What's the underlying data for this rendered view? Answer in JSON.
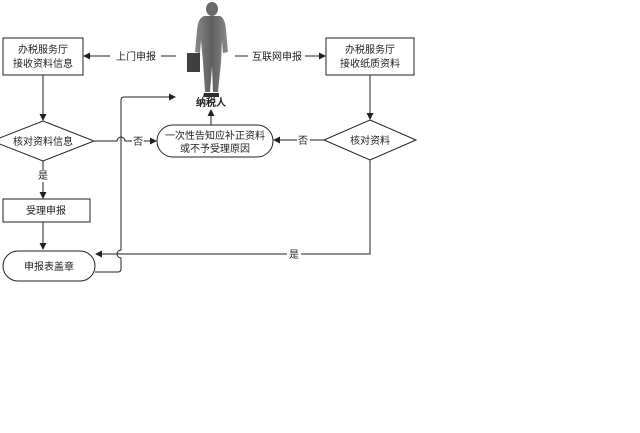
{
  "nodes": {
    "hall_receive_info": {
      "line1": "办税服务厅",
      "line2": "接收资料信息"
    },
    "hall_receive_paper": {
      "line1": "办税服务厅",
      "line2": "接收纸质资料"
    },
    "check_info": {
      "label": "核对资料信息"
    },
    "check_docs": {
      "label": "核对资料"
    },
    "taxpayer": {
      "label": "纳税人"
    },
    "one_time_notice": {
      "line1": "一次性告知应补正资料",
      "line2": "或不予受理原因"
    },
    "accept_declaration": {
      "label": "受理申报"
    },
    "stamp_form": {
      "label": "申报表盖章"
    }
  },
  "edges": {
    "onsite_declare": "上门申报",
    "internet_declare": "互联网申报",
    "no_left": "否",
    "no_right": "否",
    "yes_left": "是",
    "yes_bottom": "是"
  },
  "colors": {
    "line": "#222222",
    "figure": "#6b6b6b",
    "figure_dark": "#3f3f3f"
  }
}
